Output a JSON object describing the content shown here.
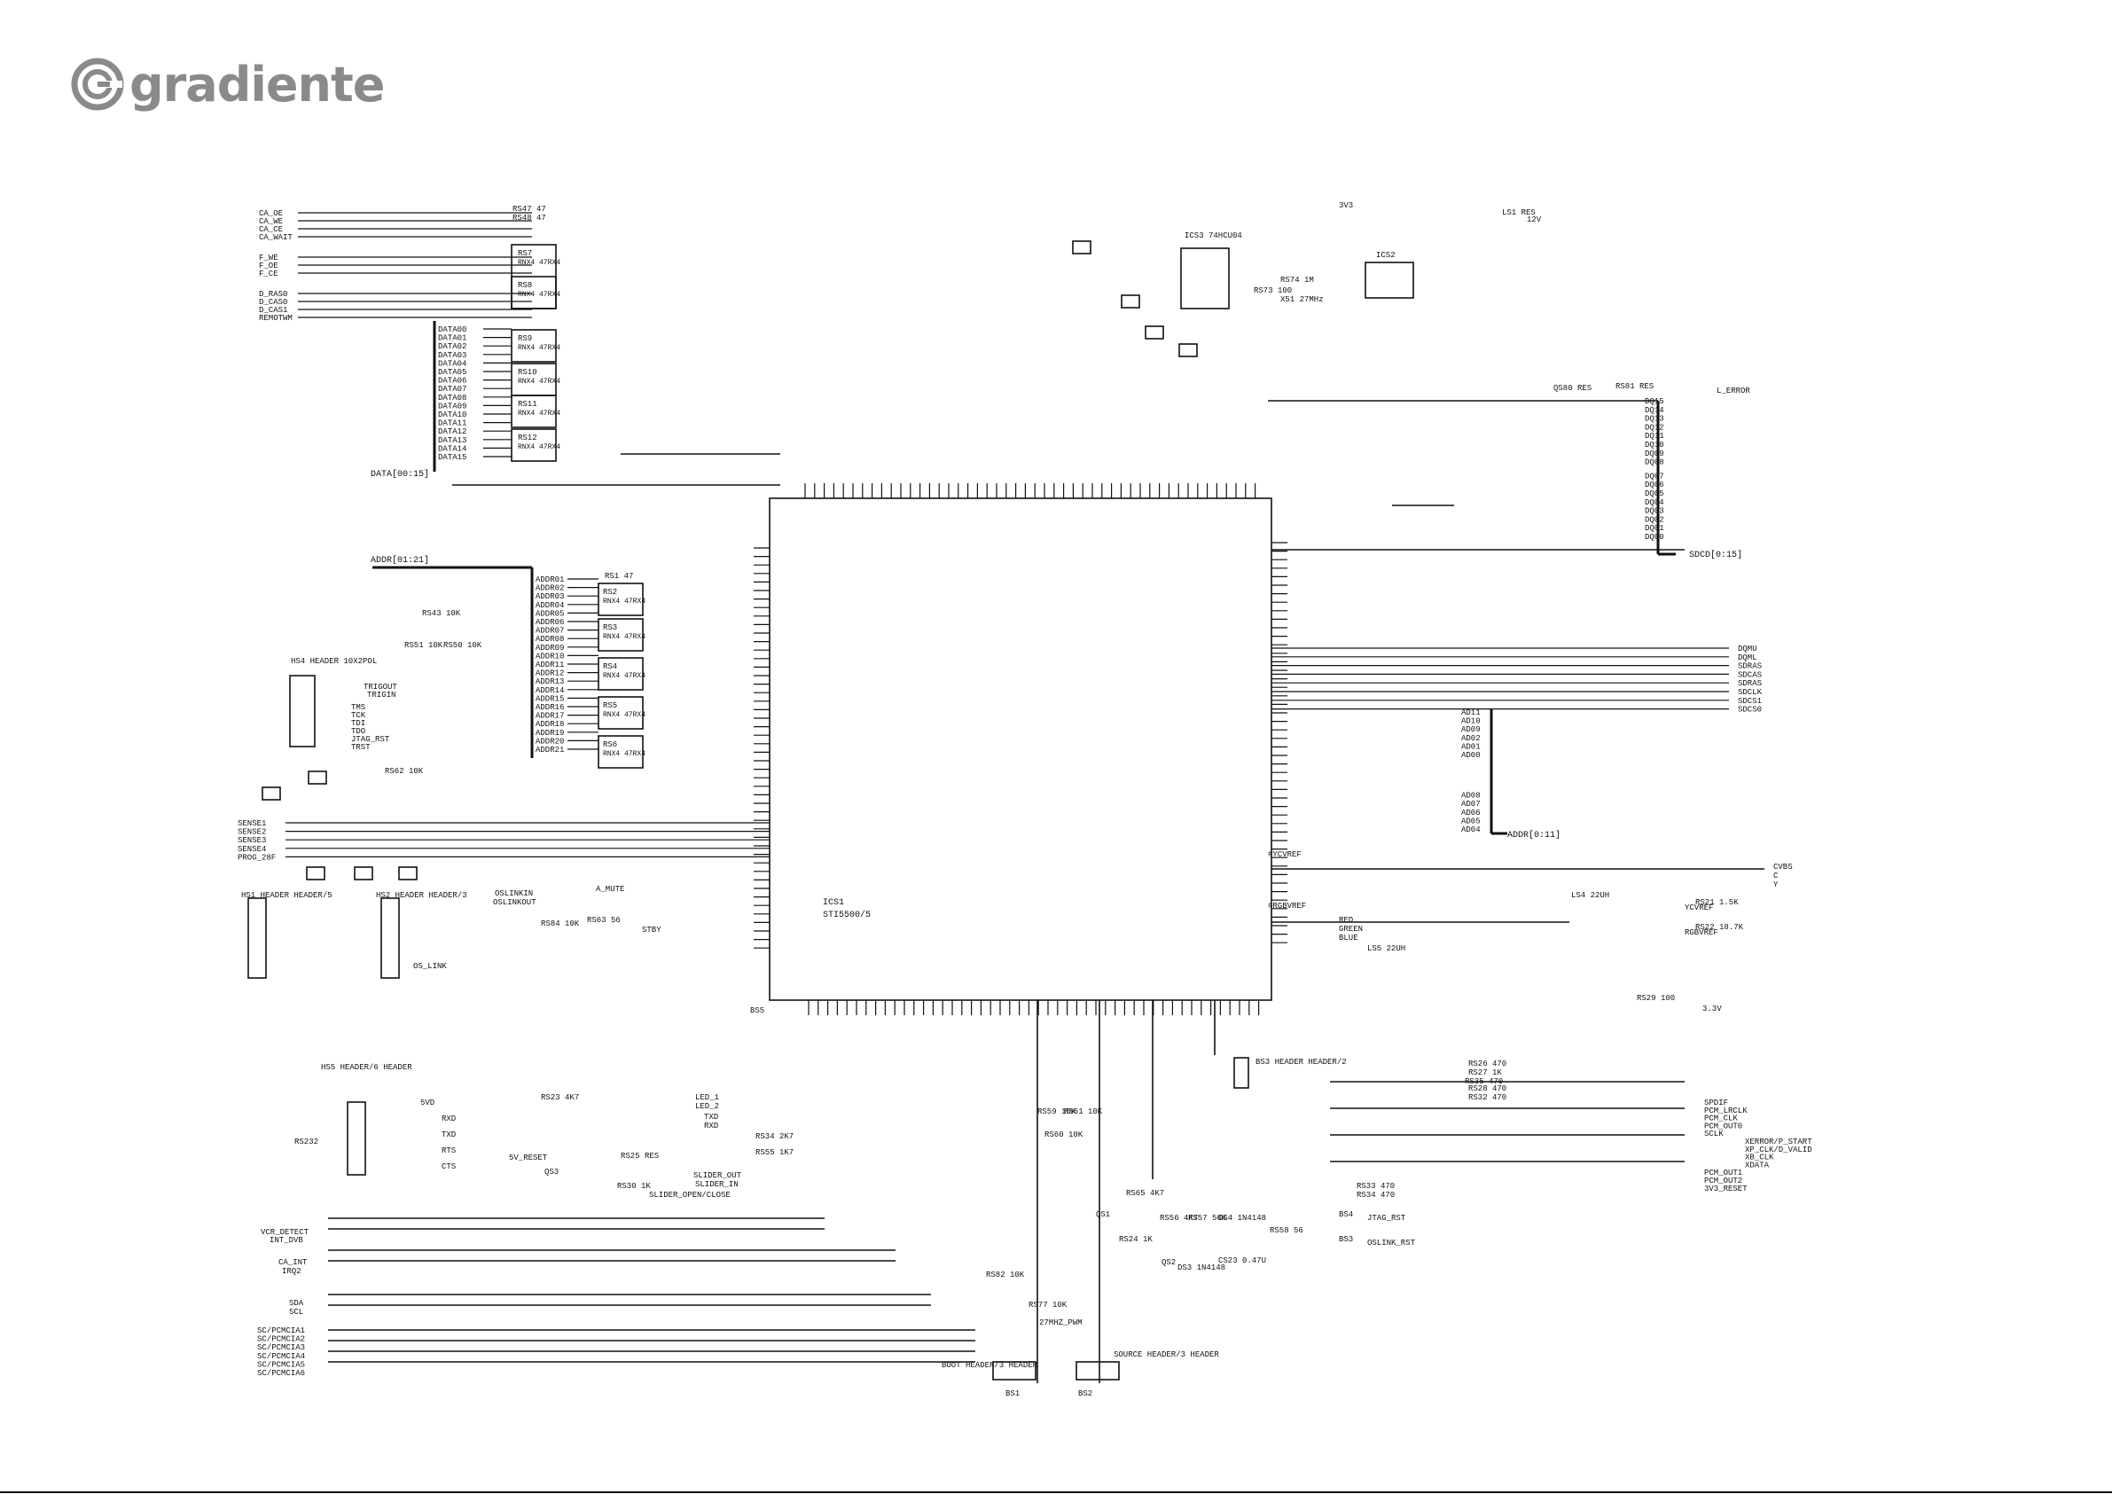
{
  "brand": {
    "name": "gradiente"
  },
  "colors": {
    "logo": "#8a8a8a",
    "ink": "#111111"
  },
  "main_ic": {
    "ref": "ICS1",
    "part": "STI5500/5"
  },
  "buses": {
    "data": "DATA[00:15]",
    "addr": "ADDR[01:21]",
    "sd_data": "SDCD[0:15]",
    "sd_addr": "ADDR[0:11]"
  },
  "left_signals": [
    "CA_OE",
    "CA_WE",
    "CA_CE",
    "CA_WAIT",
    "F_WE",
    "F_OE",
    "F_CE",
    "D_RAS0",
    "D_CAS0",
    "D_CAS1",
    "REMOTWM"
  ],
  "data_nets": [
    "DATA00",
    "DATA01",
    "DATA02",
    "DATA03",
    "DATA04",
    "DATA05",
    "DATA06",
    "DATA07",
    "DATA08",
    "DATA09",
    "DATA10",
    "DATA11",
    "DATA12",
    "DATA13",
    "DATA14",
    "DATA15"
  ],
  "addr_nets": [
    "ADDR01",
    "ADDR02",
    "ADDR03",
    "ADDR04",
    "ADDR05",
    "ADDR06",
    "ADDR07",
    "ADDR08",
    "ADDR09",
    "ADDR10",
    "ADDR11",
    "ADDR12",
    "ADDR13",
    "ADDR14",
    "ADDR15",
    "ADDR16",
    "ADDR17",
    "ADDR18",
    "ADDR19",
    "ADDR20",
    "ADDR21"
  ],
  "resistor_arrays": [
    {
      "ref": "RS7",
      "val": "RNX4 47RX4"
    },
    {
      "ref": "RS8",
      "val": "RNX4 47RX4"
    },
    {
      "ref": "RS9",
      "val": "RNX4 47RX4"
    },
    {
      "ref": "RS10",
      "val": "RNX4 47RX4"
    },
    {
      "ref": "RS11",
      "val": "RNX4 47RX4"
    },
    {
      "ref": "RS12",
      "val": "RNX4 47RX4"
    },
    {
      "ref": "RS2",
      "val": "RNX4 47RX4"
    },
    {
      "ref": "RS3",
      "val": "RNX4 47RX4"
    },
    {
      "ref": "RS4",
      "val": "RNX4 47RX4"
    },
    {
      "ref": "RS5",
      "val": "RNX4 47RX4"
    },
    {
      "ref": "RS6",
      "val": "RNX4 47RX4"
    }
  ],
  "misc_labels": {
    "rs47": "RS47 47",
    "rs48": "RS48 47",
    "rs1": "RS1 47",
    "v33": "3V3",
    "v5": "5VD",
    "v12": "12V",
    "ics3": "ICS3 74HCU04",
    "ics2": "ICS2",
    "x51": "X51 27MHz",
    "rs74": "RS74 1M",
    "rs73": "RS73 100",
    "l_error": "L_ERROR",
    "rs81": "RS81 RES",
    "qs80": "QS80 RES",
    "hs4": "HS4 HEADER 10X2POL",
    "hs1": "HS1 HEADER HEADER/5",
    "hs2": "HS2 HEADER HEADER/3",
    "hs5": "HS5 HEADER/6 HEADER",
    "rs232": "RS232",
    "trigout": "TRIGOUT",
    "trigin": "TRIGIN",
    "a_mute": "A_MUTE",
    "stby": "STBY",
    "v5reset": "5V_RESET",
    "vcr_detect": "VCR_DETECT",
    "int_dvb": "INT_DVB",
    "ca_int": "CA_INT",
    "irq2": "IRQ2",
    "sda": "SDA",
    "scl": "SCL",
    "rs84": "RS84 10K",
    "rs63": "RS63 56",
    "rs62": "RS62 10K",
    "rs43": "RS43 10K",
    "rs51": "RS51 10K",
    "rs50": "RS50 10K",
    "bs1": "BS1",
    "bs2": "BS2",
    "bs3": "BS3",
    "bs4": "BS4",
    "bs5": "BS5",
    "boot": "BOOT HEADER/3 HEADER",
    "source": "SOURCE HEADER/3 HEADER",
    "pwm": "27MHZ_PWM",
    "jtag_rst": "JTAG_RST",
    "oslink_rst": "OSLINK_RST",
    "ls1": "LS1 RES",
    "ls4": "LS4 22UH",
    "ls5": "LS5 22UH",
    "rs21": "RS21 1.5K",
    "rs22": "RS22 18.7K",
    "ycvref": "YCVREF",
    "rgbvref": "RGBVREF",
    "ycref": "#YCVREF",
    "rgbref": "#RGBVREF",
    "cvbs": "CVBS",
    "c": "C",
    "y": "Y",
    "red": "RED",
    "green": "GREEN",
    "blue": "BLUE",
    "rs29": "RS29 100",
    "v33b": "3.3V",
    "spdif": "SPDIF",
    "pcm_lrclk": "PCM_LRCLK",
    "pcm_clk": "PCM_CLK",
    "pcm_out0": "PCM_OUT0",
    "sclk": "SCLK",
    "xerror": "XERROR/P_START",
    "xp_clk": "XP_CLK/D_VALID",
    "xb_clk": "XB_CLK",
    "xdata": "XDATA",
    "pcm_out1": "PCM_OUT1",
    "pcm_out2": "PCM_OUT2",
    "reset33": "3V3_RESET",
    "rs33": "RS33 470",
    "rs34": "RS34 470",
    "rs35": "RS35 470",
    "rs26": "RS26 470",
    "rs27": "RS27 1K",
    "rs28": "RS28 470",
    "rs32": "RS32 470",
    "ds4": "DS4 1N4148",
    "ds3": "DS3 1N4148",
    "qs1": "QS1",
    "qs2": "QS2",
    "rs65": "RS65 4K7",
    "rs56": "RS56 4K7",
    "rs57": "RS57 56K",
    "rs24": "RS24 1K",
    "rs58": "RS58 56",
    "cs23": "CS23 0.47U",
    "rs59": "RS59 10K",
    "rs61": "RS61 10K",
    "rs60": "RS60 10K",
    "rs77": "RS77 10K",
    "rs82": "RS82 10K",
    "rs23": "RS23 4K7",
    "qs3": "QS3",
    "rs25": "RS25 RES",
    "rs30": "RS30 1K",
    "led1": "LED_1",
    "led2": "LED_2",
    "txd": "TXD",
    "rxd": "RXD",
    "rs34b": "RS34 2K7",
    "rs55": "RS55 1K7",
    "slider_out": "SLIDER_OUT",
    "slider_in": "SLIDER_IN",
    "slider_oc": "SLIDER_OPEN/CLOSE",
    "oslinkin": "OSLINKIN",
    "oslinkout": "OSLINKOUT",
    "os_link": "OS_LINK",
    "rs53": "BS3 HEADER HEADER/2",
    "sensors": [
      "SENSE1",
      "SENSE2",
      "SENSE3",
      "SENSE4",
      "PROG_28F"
    ],
    "jtag": [
      "TMS",
      "TCK",
      "TDI",
      "TDO",
      "JTAG_RST",
      "TRST"
    ],
    "sdram_right": [
      "DQMU",
      "DQML",
      "SDRAS",
      "SDCAS",
      "SDRAS",
      "SDCLK",
      "SDCS1",
      "SDCS0"
    ],
    "sd_addr_nets": [
      "AD11",
      "AD10",
      "AD09",
      "AD02",
      "AD01",
      "AD00",
      "AD08",
      "AD07",
      "AD06",
      "AD05",
      "AD04"
    ],
    "sd_data_nets": [
      "DQ15",
      "DQ14",
      "DQ13",
      "DQ12",
      "DQ11",
      "DQ10",
      "DQ09",
      "DQ08",
      "DQ07",
      "DQ06",
      "DQ05",
      "DQ04",
      "DQ03",
      "DQ02",
      "DQ01",
      "DQ00"
    ],
    "ca_bus": [
      "SC/PCMCIA1",
      "SC/PCMCIA2",
      "SC/PCMCIA3",
      "SC/PCMCIA4",
      "SC/PCMCIA5",
      "SC/PCMCIA6"
    ],
    "rs232_pins": [
      "5VD",
      "RXD",
      "TXD",
      "RTS",
      "CTS"
    ]
  }
}
